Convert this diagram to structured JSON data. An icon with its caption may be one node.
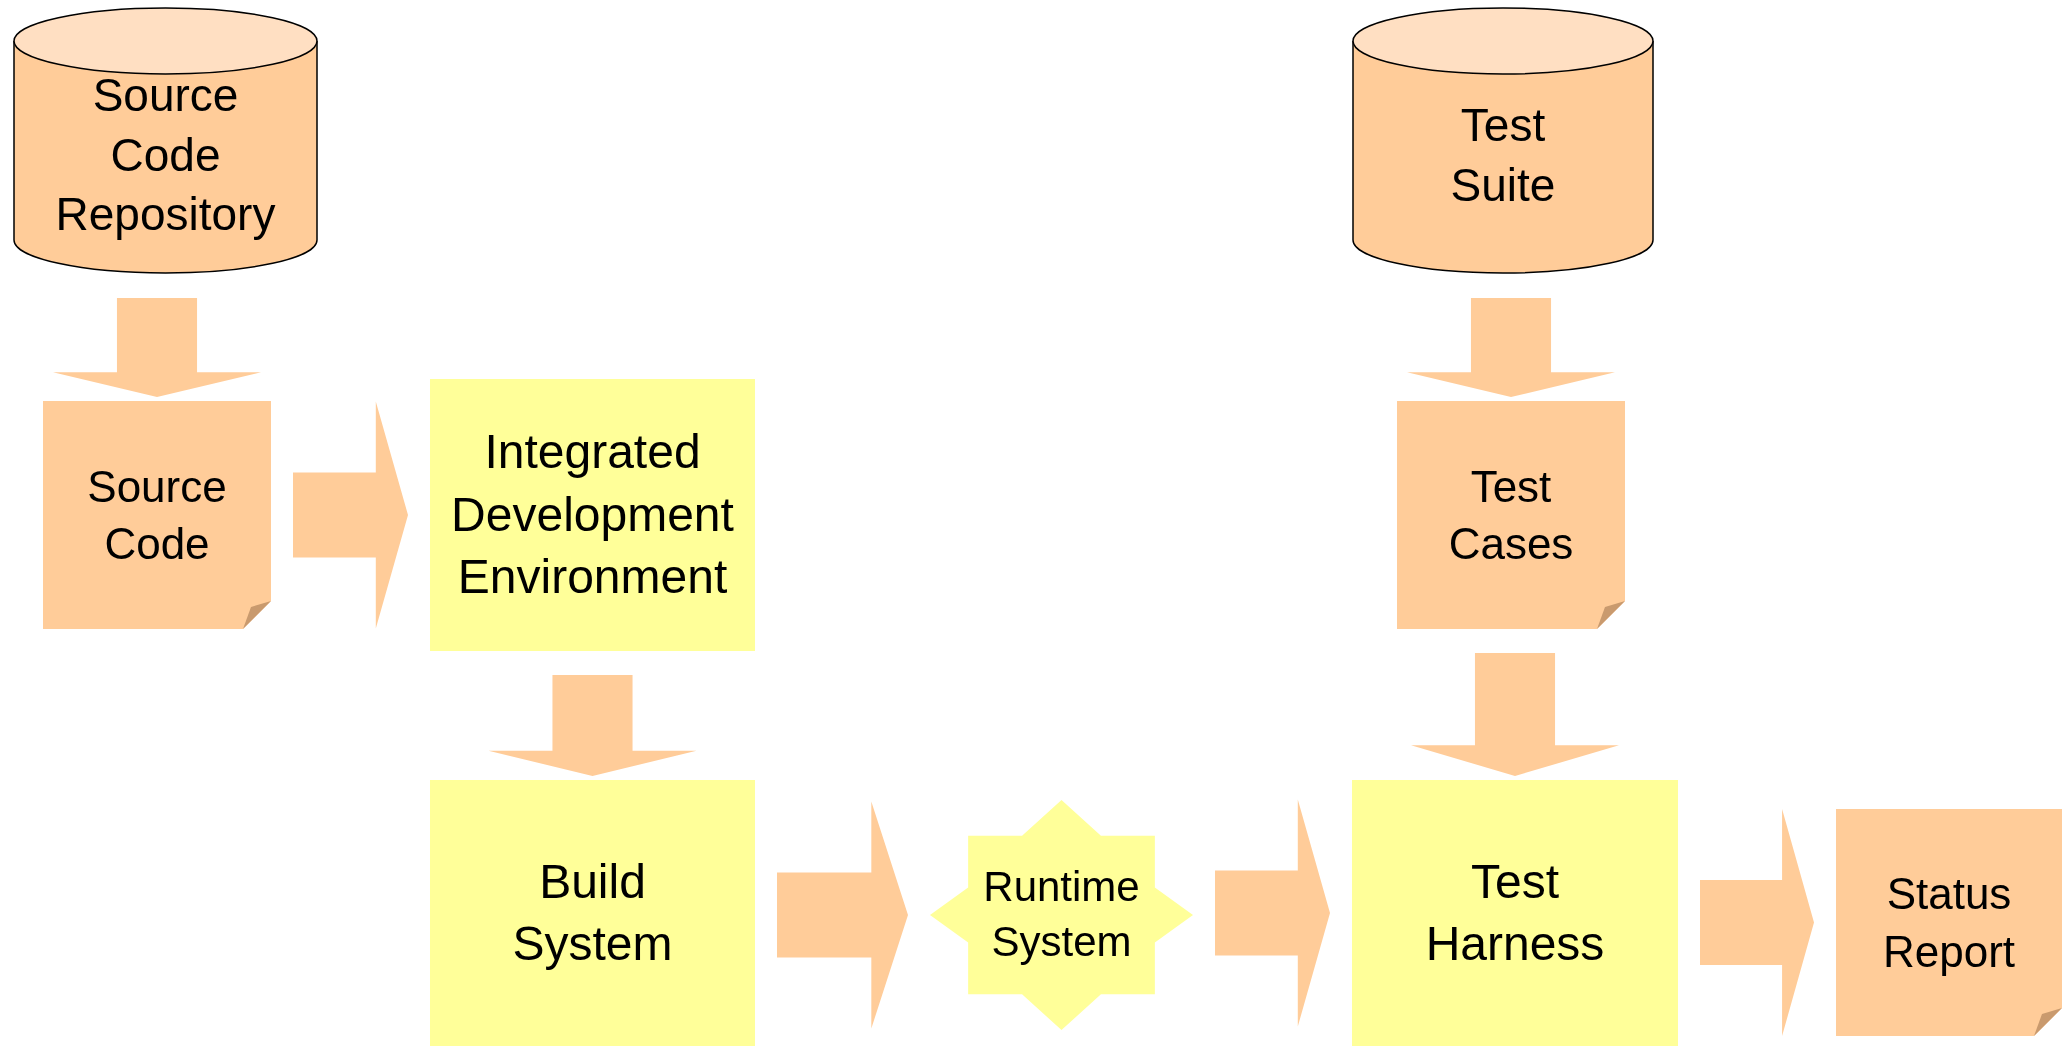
{
  "diagram": {
    "nodes": [
      {
        "text": [
          "Source Code Repository"
        ]
      },
      {
        "text": [
          "Test Suite"
        ]
      },
      {
        "text": [
          "Source Code"
        ]
      },
      {
        "text": [
          "Integrated Development Environment"
        ]
      },
      {
        "text": [
          "Test Cases"
        ]
      },
      {
        "text": [
          "Build System"
        ]
      },
      {
        "text": [
          "Runtime System"
        ]
      },
      {
        "text": [
          "Test Harness"
        ]
      },
      {
        "text": [
          "Status Report"
        ]
      }
    ],
    "edges": [
      {
        "from": 0,
        "to": 2,
        "arrow": "to"
      },
      {
        "from": 2,
        "to": 3,
        "arrow": "to"
      },
      {
        "from": 3,
        "to": 5,
        "arrow": "to"
      },
      {
        "from": 1,
        "to": 4,
        "arrow": "to"
      },
      {
        "from": 4,
        "to": 7,
        "arrow": "to"
      },
      {
        "from": 5,
        "to": 6,
        "arrow": "to"
      },
      {
        "from": 6,
        "to": 7,
        "arrow": "to"
      },
      {
        "from": 7,
        "to": 8,
        "arrow": "to"
      }
    ]
  }
}
